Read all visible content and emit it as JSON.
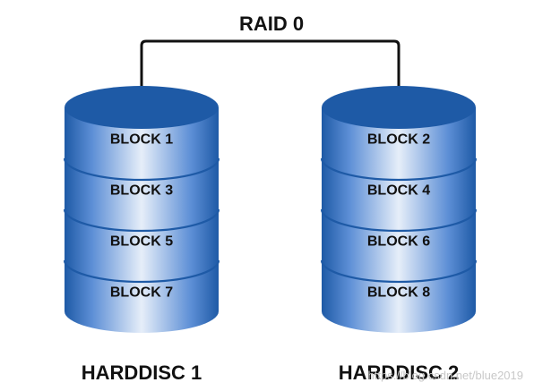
{
  "title": "RAID 0",
  "colors": {
    "cylinder_dark": "#1e5aa6",
    "cylinder_light": "#e6eef9",
    "cylinder_mid": "#5d8fd6",
    "top_face": "#1e5aa6",
    "connector": "#111111",
    "text": "#111111"
  },
  "disks": [
    {
      "label": "HARDDISC 1",
      "blocks": [
        "BLOCK 1",
        "BLOCK 3",
        "BLOCK 5",
        "BLOCK 7"
      ]
    },
    {
      "label": "HARDDISC 2",
      "blocks": [
        "BLOCK 2",
        "BLOCK 4",
        "BLOCK 6",
        "BLOCK 8"
      ]
    }
  ],
  "watermark": "https://blog.csdn.net/blue2019"
}
